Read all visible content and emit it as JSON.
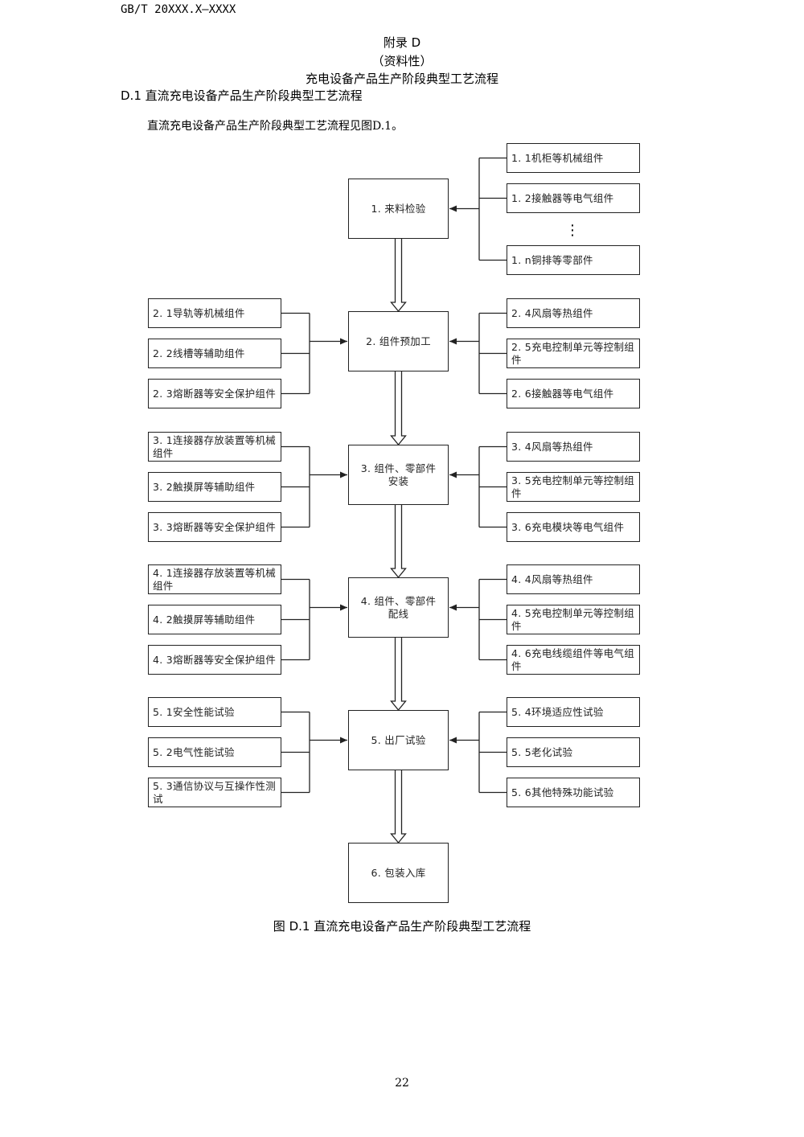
{
  "header": {
    "code": "GB/T 20XXX.X—XXXX"
  },
  "appendix": {
    "title": "附录 D",
    "nature": "（资料性）",
    "subtitle": "充电设备产品生产阶段典型工艺流程"
  },
  "section": {
    "heading": "D.1 直流充电设备产品生产阶段典型工艺流程",
    "intro": "直流充电设备产品生产阶段典型工艺流程见图D.1。"
  },
  "flowchart": {
    "steps": [
      {
        "label": "1. 来料检验",
        "left": [],
        "right": [
          "1. 1机柜等机械组件",
          "1. 2接触器等电气组件",
          "1. n铜排等零部件"
        ],
        "ellipsis": "⋮"
      },
      {
        "label": "2. 组件预加工",
        "left": [
          "2. 1导轨等机械组件",
          "2. 2线槽等辅助组件",
          "2. 3熔断器等安全保护组件"
        ],
        "right": [
          "2. 4风扇等热组件",
          "2. 5充电控制单元等控制组件",
          "2. 6接触器等电气组件"
        ]
      },
      {
        "label": "3. 组件、零部件安装",
        "left": [
          "3. 1连接器存放装置等机械组件",
          "3. 2触摸屏等辅助组件",
          "3. 3熔断器等安全保护组件"
        ],
        "right": [
          "3. 4风扇等热组件",
          "3. 5充电控制单元等控制组件",
          "3. 6充电模块等电气组件"
        ]
      },
      {
        "label": "4. 组件、零部件配线",
        "left": [
          "4. 1连接器存放装置等机械组件",
          "4. 2触摸屏等辅助组件",
          "4. 3熔断器等安全保护组件"
        ],
        "right": [
          "4. 4风扇等热组件",
          "4. 5充电控制单元等控制组件",
          "4. 6充电线缆组件等电气组件"
        ]
      },
      {
        "label": "5. 出厂试验",
        "left": [
          "5. 1安全性能试验",
          "5. 2电气性能试验",
          "5. 3通信协议与互操作性测试"
        ],
        "right": [
          "5. 4环境适应性试验",
          "5. 5老化试验",
          "5. 6其他特殊功能试验"
        ]
      },
      {
        "label": "6. 包装入库",
        "left": [],
        "right": []
      }
    ]
  },
  "figure": {
    "caption": "图 D.1 直流充电设备产品生产阶段典型工艺流程"
  },
  "footer": {
    "page_number": "22"
  }
}
